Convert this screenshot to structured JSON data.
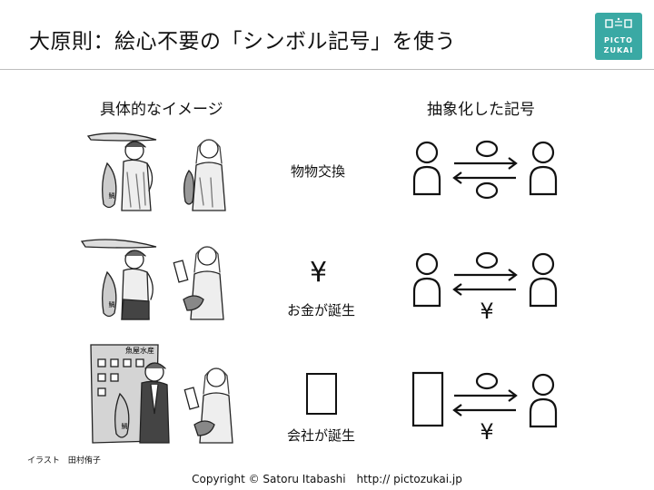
{
  "slide": {
    "title": "大原則：絵心不要の「シンボル記号」を使う",
    "logo": {
      "line1": "PICTO",
      "line2": "ZUKAI",
      "color": "#3aa9a4"
    },
    "columns": {
      "left": "具体的なイメージ",
      "right": "抽象化した記号"
    },
    "rows": [
      {
        "label": "物物交換",
        "symbol": "",
        "exchange_symbol": ""
      },
      {
        "label": "お金が誕生",
        "symbol": "¥",
        "exchange_symbol": "¥"
      },
      {
        "label": "会社が誕生",
        "symbol": "",
        "exchange_symbol": "¥"
      }
    ],
    "illustration": {
      "fish_label": "鯛",
      "sign_text": "魚屋水産"
    },
    "credit": "イラスト　田村侑子",
    "copyright": "Copyright © Satoru Itabashi　http:// pictozukai.jp"
  }
}
